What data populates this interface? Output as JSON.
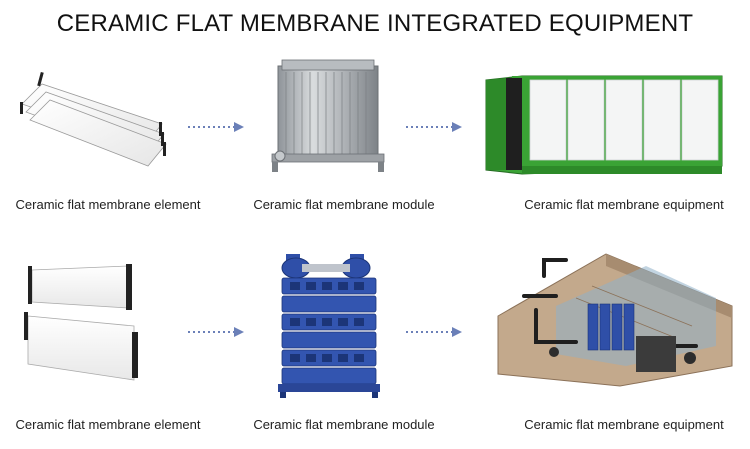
{
  "title": "CERAMIC FLAT MEMBRANE INTEGRATED EQUIPMENT",
  "rows": [
    {
      "captions": [
        "Ceramic flat membrane element",
        "Ceramic flat membrane module",
        "Ceramic flat membrane equipment"
      ]
    },
    {
      "captions": [
        "Ceramic flat membrane element",
        "Ceramic flat membrane module",
        "Ceramic flat membrane equipment"
      ]
    }
  ],
  "colors": {
    "arrow": "#6b80b8",
    "equipment_green": "#3aa335",
    "module_blue": "#2f4fa8",
    "tank_concrete": "#b79e83"
  },
  "icons": {
    "flow_arrow": "dotted-right-arrow"
  }
}
